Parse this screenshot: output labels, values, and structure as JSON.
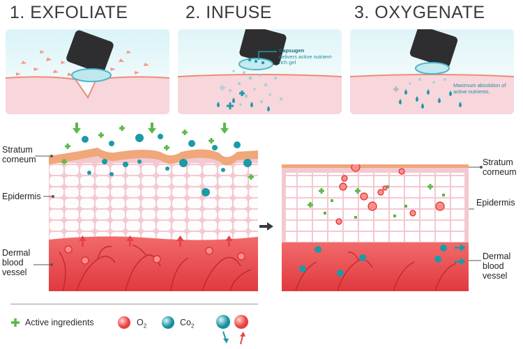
{
  "steps": [
    {
      "title": "1. EXFOLIATE"
    },
    {
      "title": "2. INFUSE",
      "note_bold": "Capsugen",
      "note": "delivers active nutrient-rich gel"
    },
    {
      "title": "3. OXYGENATE",
      "note": "Maximum absobtion of active nutrients."
    }
  ],
  "before_labels": {
    "stratum": "Stratum corneum",
    "epidermis": "Epidermis",
    "dermal": "Dermal blood vessel"
  },
  "after_labels": {
    "stratum": "Stratum corneum",
    "epidermis": "Epidermis",
    "dermal": "Dermal blood vessel"
  },
  "legend": {
    "active": "Active ingredients",
    "o2_base": "O",
    "o2_sub": "2",
    "co2_base": "Co",
    "co2_sub": "2"
  },
  "colors": {
    "skin_pink": "#f7dde2",
    "stratum_orange": "#f0a77a",
    "dermis_red": "#e5434a",
    "teal": "#1c9aa8",
    "green": "#5ab84a",
    "panel_blue": "#cfeef3"
  }
}
